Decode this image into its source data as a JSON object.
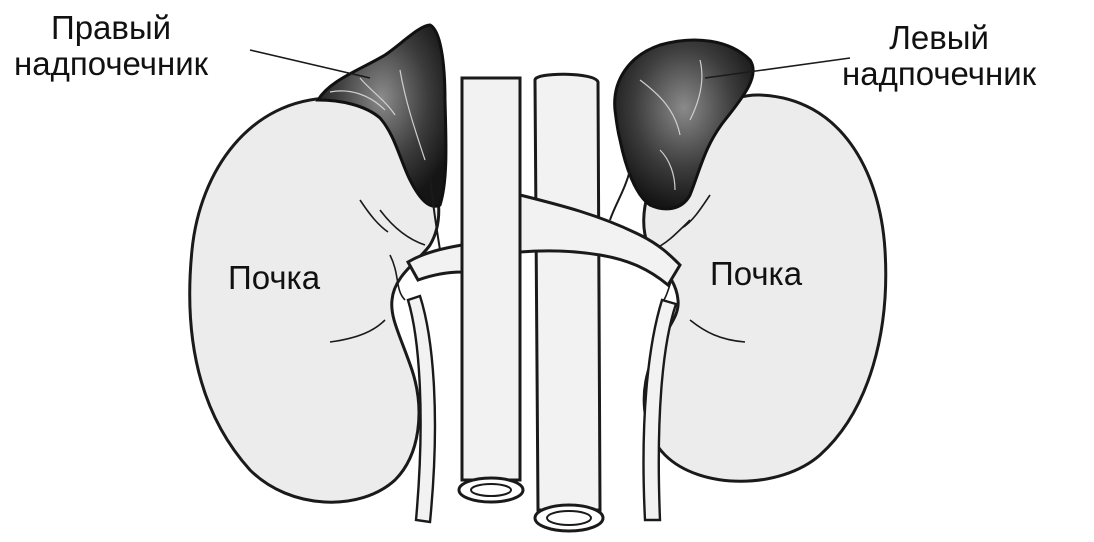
{
  "labels": {
    "right_adrenal": [
      "Правый",
      "надпочечник"
    ],
    "left_adrenal": [
      "Левый",
      "надпочечник"
    ],
    "kidney_right": "Почка",
    "kidney_left": "Почка"
  },
  "colors": {
    "organ_fill": "#ececec",
    "vessel_fill": "#f2f2f2",
    "outline": "#1a1a1a",
    "adrenal_fill": "#3a3a3a"
  }
}
